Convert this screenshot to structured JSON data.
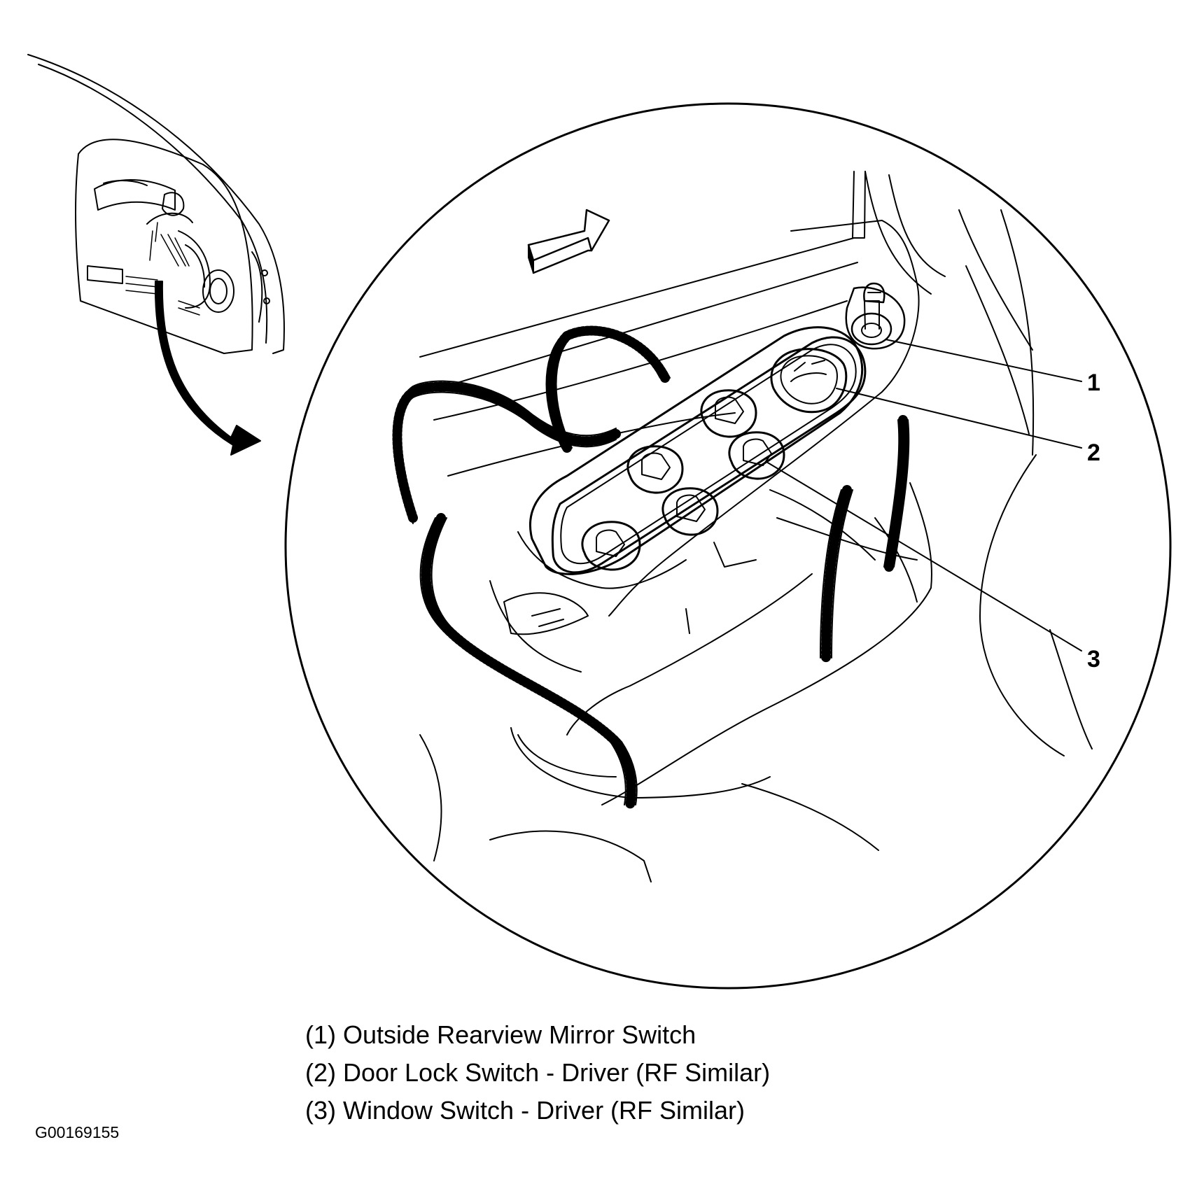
{
  "callouts": [
    {
      "number": "1",
      "label": "Outside Rearview Mirror Switch"
    },
    {
      "number": "2",
      "label": "Door Lock Switch - Driver (RF Similar)"
    },
    {
      "number": "3",
      "label": "Window Switch - Driver (RF Similar)"
    }
  ],
  "legend": [
    "(1) Outside Rearview Mirror Switch",
    "(2) Door Lock Switch - Driver (RF Similar)",
    "(3) Window Switch - Driver (RF Similar)"
  ],
  "figure_id": "G00169155",
  "icons": [
    "door-overview-icon",
    "curved-arrow-icon",
    "front-direction-arrow-icon"
  ],
  "colors": {
    "ink": "#000000",
    "background": "#ffffff"
  }
}
